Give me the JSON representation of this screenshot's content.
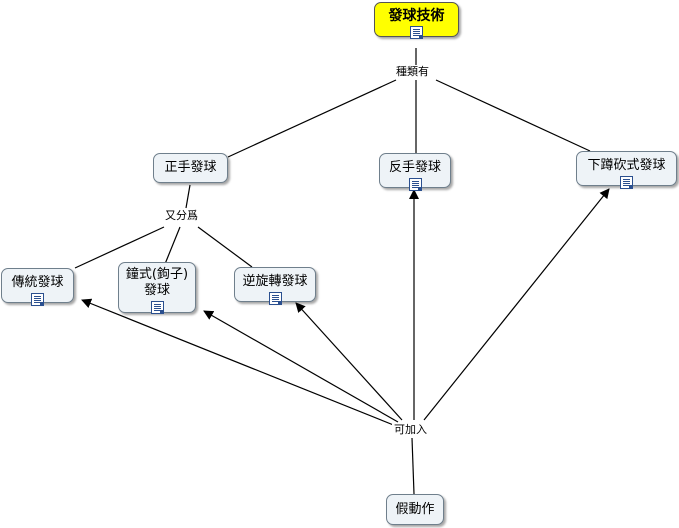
{
  "nodes": {
    "root": "發球技術",
    "forehand": "正手發球",
    "backhand": "反手發球",
    "squat": "下蹲砍式發球",
    "traditional": "傳統發球",
    "hook_line1": "鐘式(鉤子)",
    "hook_line2": "發球",
    "reverse": "逆旋轉發球",
    "fake": "假動作"
  },
  "links": {
    "types": "種類有",
    "subdivided": "又分爲",
    "addable": "可加入"
  }
}
